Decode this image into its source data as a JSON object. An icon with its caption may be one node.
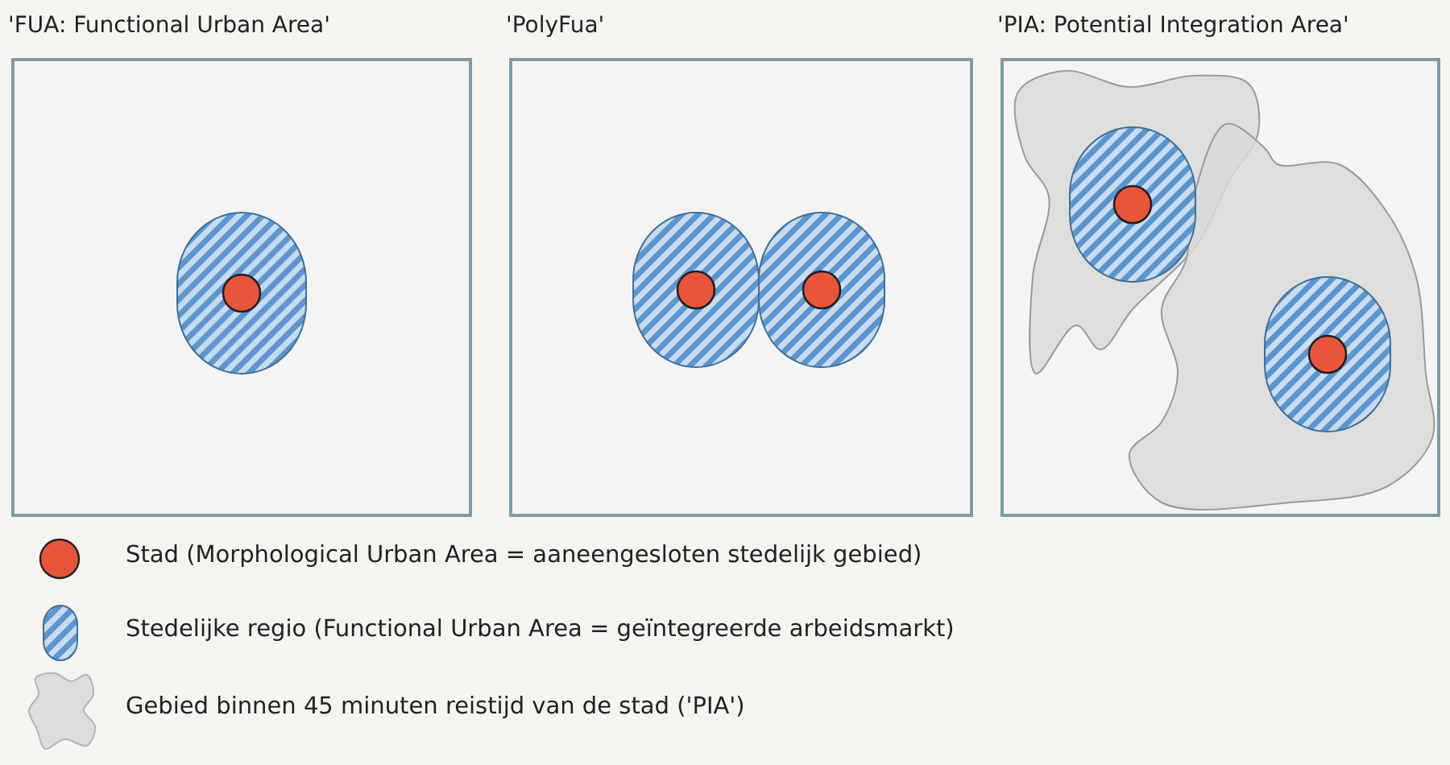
{
  "diagram": {
    "nodes": [
      {
        "text": [
          "'FUA: Functional Urban Area'"
        ]
      },
      {
        "text": [
          "'PolyFua'"
        ]
      },
      {
        "text": [
          "'PIA: Potential Integration Area'"
        ]
      }
    ],
    "legend": [
      {
        "text": "Stad (Morphological Urban Area = aaneengesloten stedelijk gebied)",
        "color": "#e8553a"
      },
      {
        "text": "Stedelijke regio (Functional Urban Area = geïntegreerde arbeidsmarkt)"
      },
      {
        "text": "Gebied binnen 45 minuten reistijd van de stad ('PIA')"
      }
    ]
  }
}
